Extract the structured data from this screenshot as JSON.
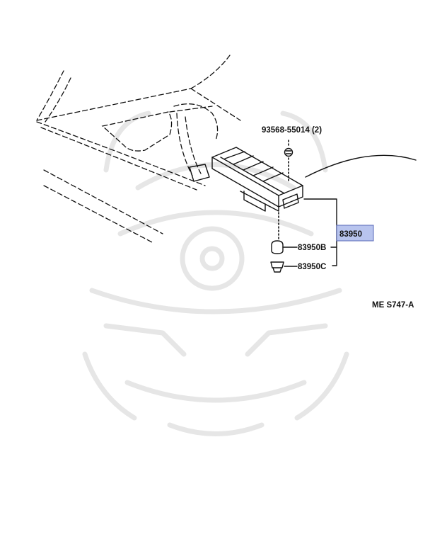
{
  "parts": {
    "bolt": "93568-55014 (2)",
    "main_assembly": "83950",
    "part_b": "83950B",
    "part_c": "83950C"
  },
  "figure_code": "ME S747-A",
  "colors": {
    "highlight_fill": "#b8c4ee",
    "highlight_border": "#5a6ab8",
    "ink": "#111111",
    "watermark": "#e6e6e6"
  }
}
